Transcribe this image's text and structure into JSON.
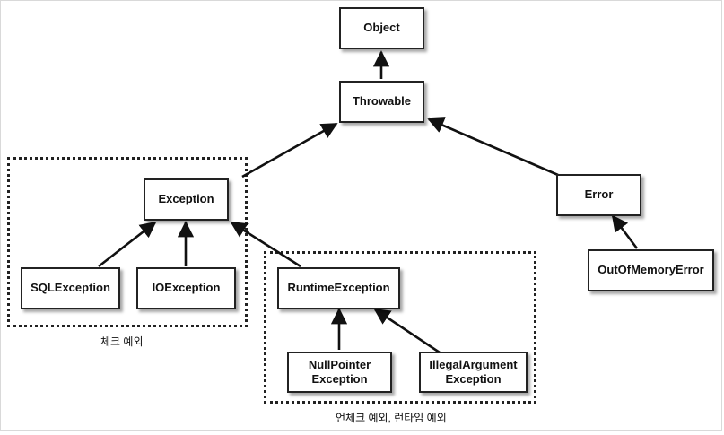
{
  "nodes": {
    "object": "Object",
    "throwable": "Throwable",
    "exception": "Exception",
    "error": "Error",
    "sqlexception": "SQLException",
    "ioexception": "IOException",
    "runtimeexception": "RuntimeException",
    "outofmemoryerror": "OutOfMemoryError",
    "nullpointerexception": "NullPointer\nException",
    "illegalargumentexception": "IllegalArgument\nException"
  },
  "groups": {
    "checked_label": "체크 예외",
    "unchecked_label": "언체크 예외, 런타임 예외"
  }
}
